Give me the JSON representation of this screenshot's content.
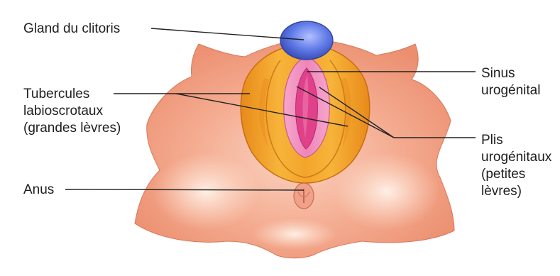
{
  "labels": {
    "gland": "Gland du clitoris",
    "tubercules": [
      "Tubercules",
      "labioscrotaux",
      "(grandes lèvres)"
    ],
    "anus": "Anus",
    "sinus": [
      "Sinus",
      "urogénital"
    ],
    "plis": [
      "Plis",
      "urogénitaux",
      "(petites",
      "lèvres)"
    ]
  },
  "colors": {
    "skin": "#f3a488",
    "skin_highlight": "#fde0cf",
    "labia_outer": "#f0a21f",
    "labia_inner": "#e0801a",
    "glans": "#5572e0",
    "pink": "#ec7fb4",
    "sinus": "#e03f88",
    "leader_line": "#222222"
  }
}
